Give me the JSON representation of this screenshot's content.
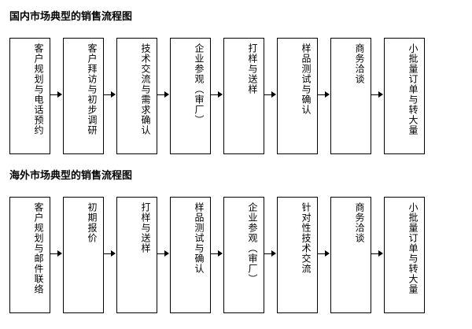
{
  "page": {
    "background": "#ffffff",
    "text_color": "#000000",
    "node_border_color": "#000000"
  },
  "sections": [
    {
      "title": "国内市场典型的销售流程图",
      "nodes": [
        {
          "label": "客户规划与电话预约"
        },
        {
          "label": "客户拜访与初步调研"
        },
        {
          "label": "技术交流与需求确认"
        },
        {
          "label": "企业参观（审厂）"
        },
        {
          "label": "打样与送样"
        },
        {
          "label": "样品测试与确认"
        },
        {
          "label": "商务洽谈"
        },
        {
          "label": "小批量订单与转大量"
        }
      ]
    },
    {
      "title": "海外市场典型的销售流程图",
      "nodes": [
        {
          "label": "客户规划与邮件联络"
        },
        {
          "label": "初期报价"
        },
        {
          "label": "打样与送样"
        },
        {
          "label": "样品测试与确认"
        },
        {
          "label": "企业参观（审厂）"
        },
        {
          "label": "针对性技术交流"
        },
        {
          "label": "商务洽谈"
        },
        {
          "label": "小批量订单与转大量"
        }
      ]
    }
  ]
}
